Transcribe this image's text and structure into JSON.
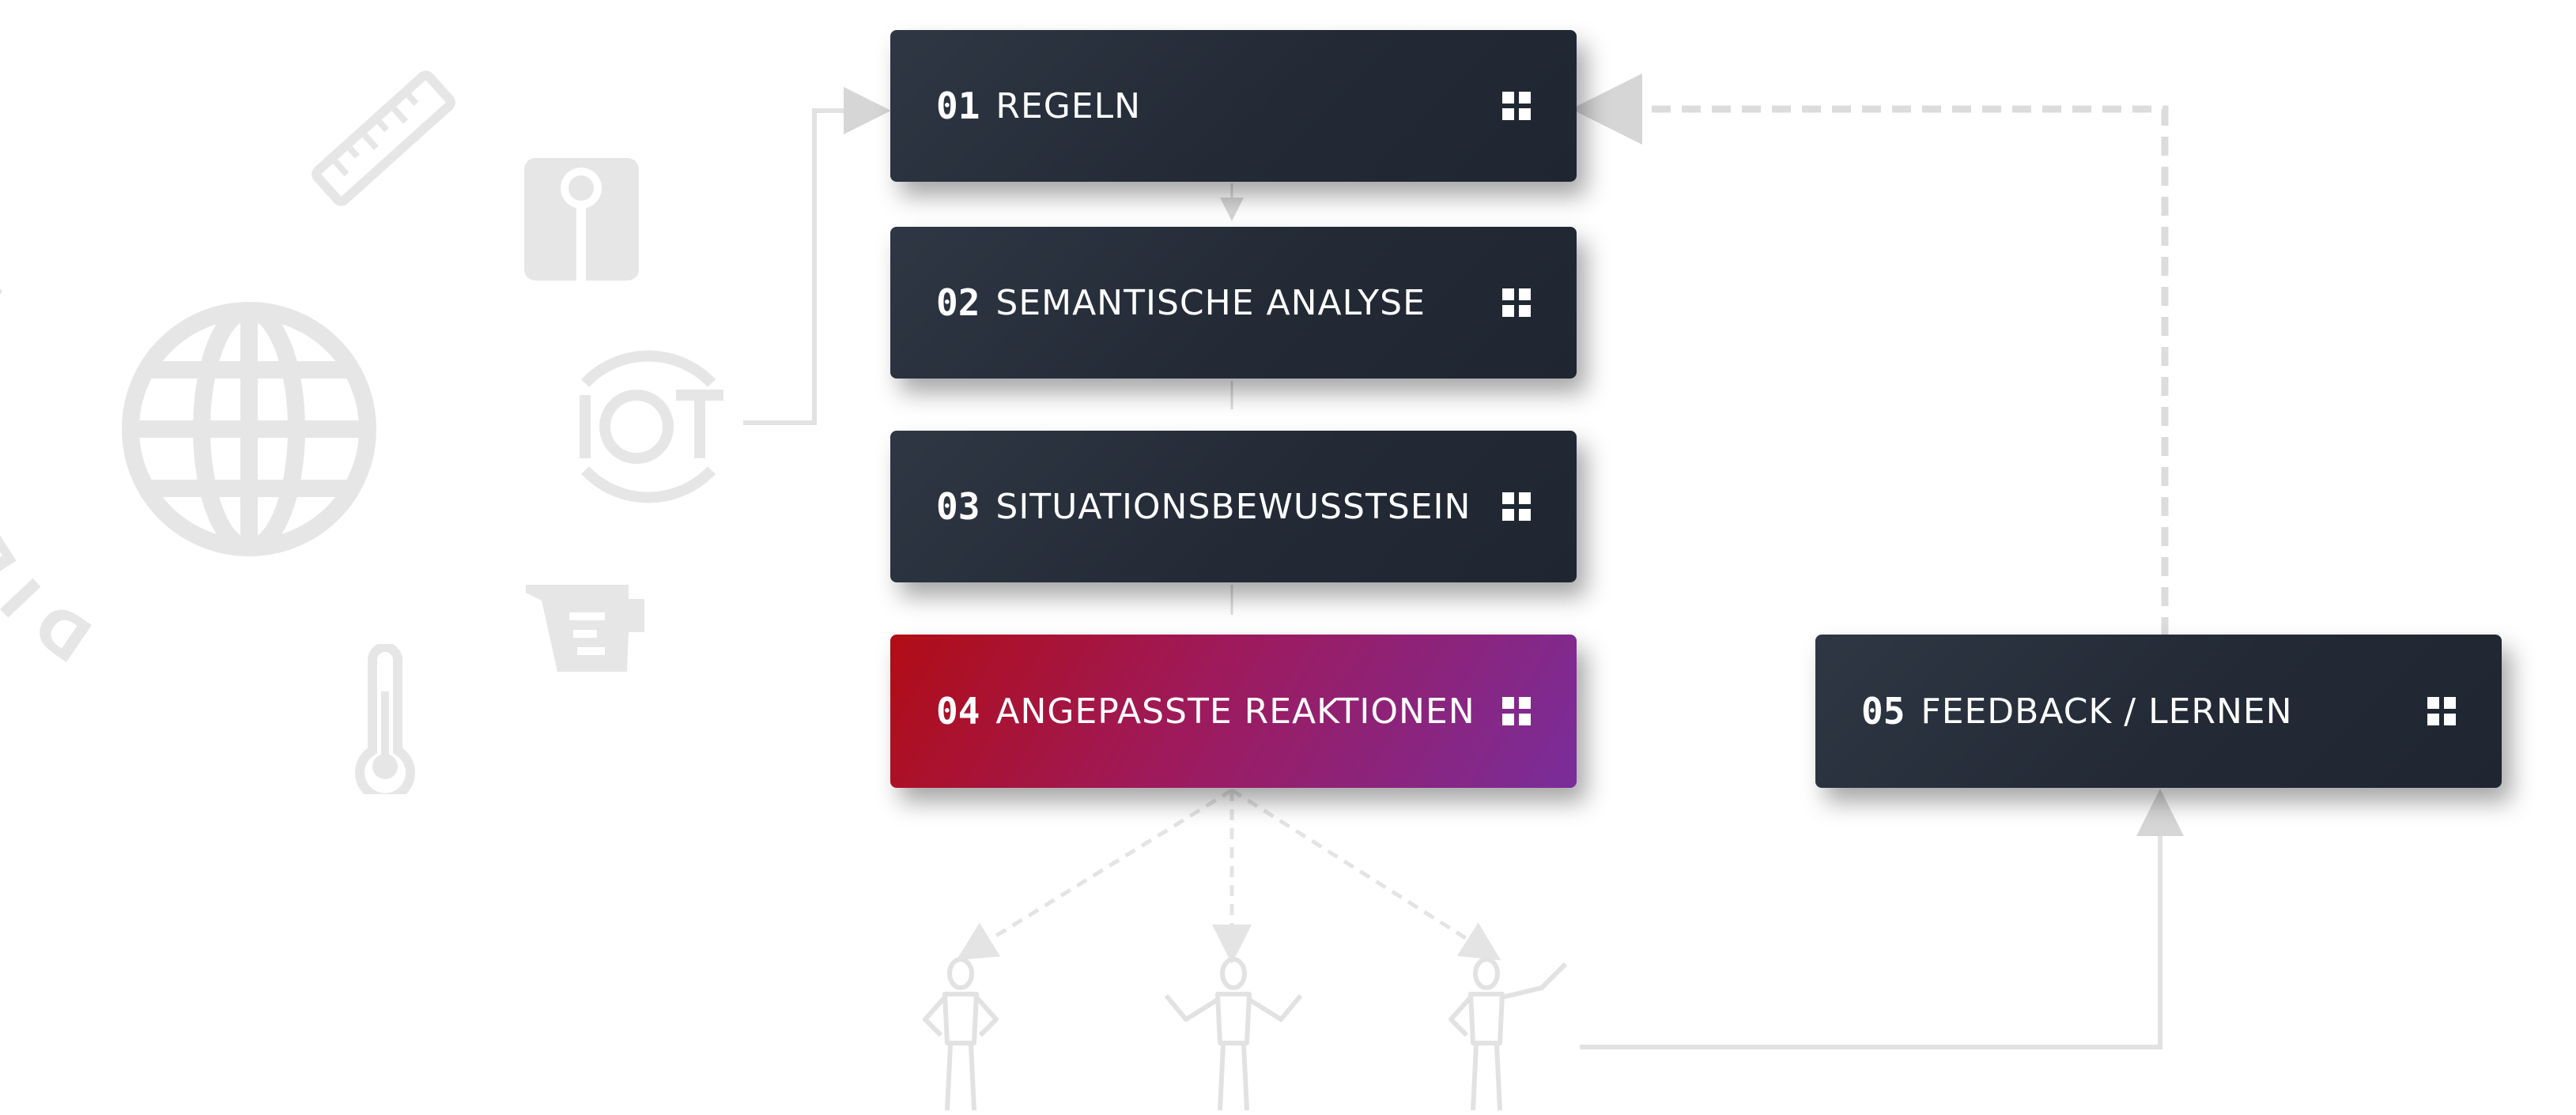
{
  "world_label": "DIE WELT",
  "iot_label": "IOT",
  "steps": [
    {
      "num": "01",
      "label": "REGELN"
    },
    {
      "num": "02",
      "label": "SEMANTISCHE ANALYSE"
    },
    {
      "num": "03",
      "label": "SITUATIONSBEWUSSTSEIN"
    },
    {
      "num": "04",
      "label": "ANGEPASSTE REAKTIONEN"
    },
    {
      "num": "05",
      "label": "FEEDBACK / LERNEN"
    }
  ],
  "colors": {
    "box_dark": "#232a36",
    "highlight_start": "#b10d15",
    "highlight_end": "#7a2d9a",
    "decor_gray": "#e6e6e6",
    "connector_gray": "#dcdcdc"
  },
  "icons": [
    "globe-icon",
    "ruler-icon",
    "scale-icon",
    "iot-icon",
    "measuring-cup-icon",
    "thermometer-icon",
    "grid-icon",
    "person-figure-icon"
  ]
}
